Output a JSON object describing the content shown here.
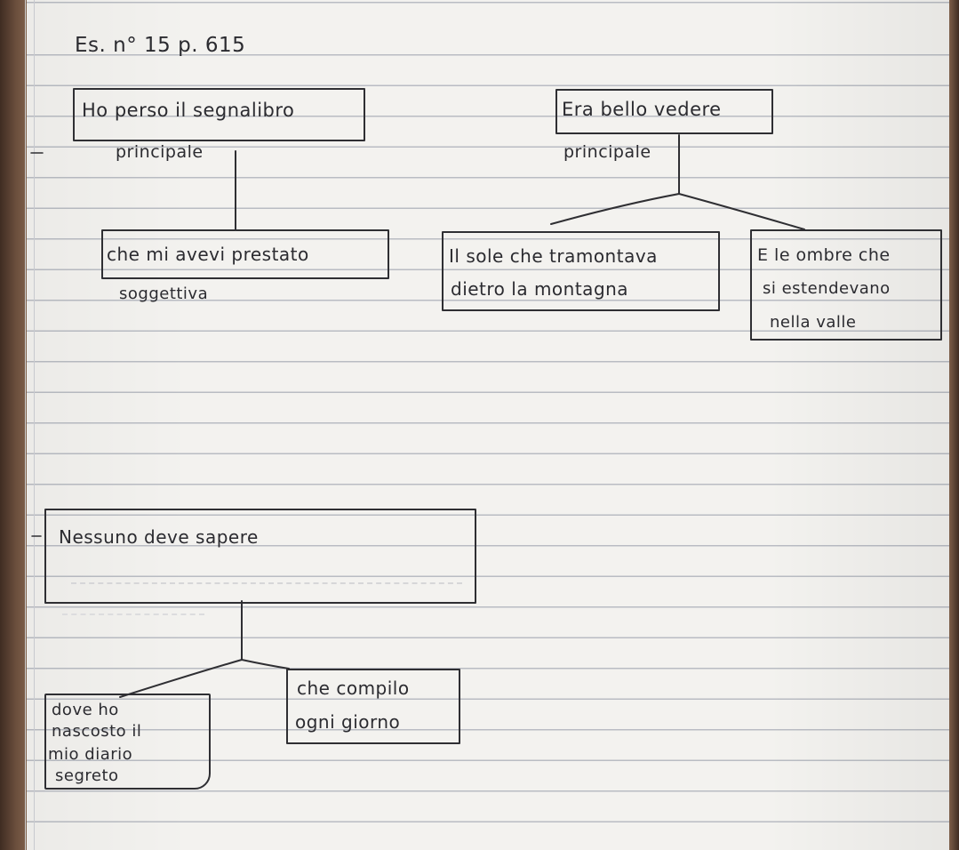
{
  "header": {
    "exercise_ref": "Es. n° 15 p. 615"
  },
  "diagrams": [
    {
      "main": {
        "text": "Ho perso il segnalibro",
        "label": "principale"
      },
      "subordinates": [
        {
          "lines": [
            "che mi avevi prestato"
          ],
          "label": "soggettiva"
        }
      ]
    },
    {
      "main": {
        "text": "Era bello vedere",
        "label": "principale"
      },
      "subordinates": [
        {
          "lines": [
            "Il sole che tramontava",
            "dietro la montagna"
          ]
        },
        {
          "lines": [
            "E le ombre che",
            "si estendevano",
            "nella valle"
          ]
        }
      ]
    },
    {
      "main": {
        "text": "Nessuno deve sapere"
      },
      "subordinates": [
        {
          "lines": [
            "dove ho",
            "nascosto il",
            "mio diario",
            "segreto"
          ]
        },
        {
          "lines": [
            "che compilo",
            "ogni giorno"
          ]
        }
      ]
    }
  ],
  "colors": {
    "paper": "#f3f2ef",
    "rule_line": "#b9bcc3",
    "ink": "#2b2b30",
    "table": "#5a4234"
  }
}
